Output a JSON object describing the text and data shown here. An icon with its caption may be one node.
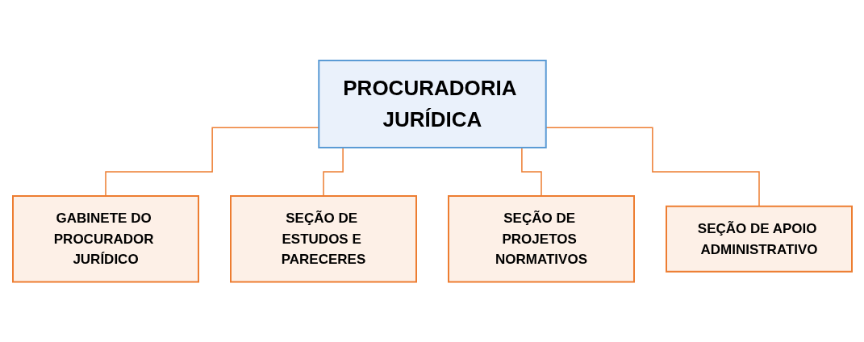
{
  "diagram": {
    "nodes": [
      {
        "text": [
          "PROCURADORIA JURÍDICA"
        ]
      },
      {
        "text": [
          "GABINETE DO PROCURADOR JURÍDICO"
        ]
      },
      {
        "text": [
          "SEÇÃO DE ESTUDOS E PARECERES"
        ]
      },
      {
        "text": [
          "SEÇÃO DE PROJETOS NORMATIVOS"
        ]
      },
      {
        "text": [
          "SEÇÃO DE APOIO ADMINISTRATIVO"
        ]
      }
    ],
    "edges": [
      {
        "from": 0,
        "to": 1,
        "arrow": "none"
      },
      {
        "from": 0,
        "to": 2,
        "arrow": "none"
      },
      {
        "from": 0,
        "to": 3,
        "arrow": "none"
      },
      {
        "from": 0,
        "to": 4,
        "arrow": "none"
      }
    ]
  }
}
